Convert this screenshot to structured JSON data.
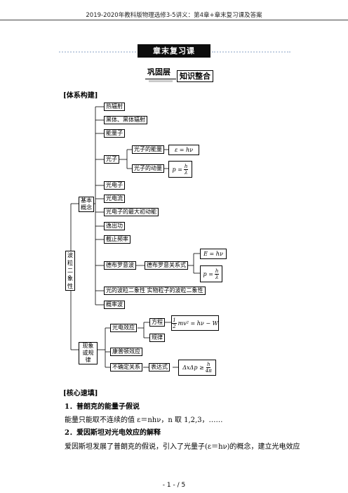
{
  "header": {
    "title": "2019-2020年教科版物理选修3-5讲义：第4章+章末复习课及答案"
  },
  "banner": {
    "title": "章末复习课"
  },
  "tag": {
    "part1": "巩固层",
    "part2": "知识整合"
  },
  "section1": "[体系构建]",
  "map": {
    "root": "波粒二象性",
    "basic": "基本概念",
    "rules": "现象或规律",
    "items": {
      "heat_radiation": "热辐射",
      "blackbody": "黑体、黑体辐射",
      "quantum": "能量子",
      "photon": "光子",
      "photon_energy": "光子的能量",
      "photon_momentum": "光子的动量",
      "photoelectron": "光电子",
      "photocurrent": "光电流",
      "max_ke": "光电子的最大初动能",
      "work_function": "逸出功",
      "cutoff": "截止频率",
      "debroglie": "德布罗意波",
      "debroglie_rel": "德布罗意关系式",
      "duality": "光的波粒二象性  实物粒子的波粒二象性",
      "prob_wave": "概率波",
      "pe_effect": "光电效应",
      "equation": "方程",
      "law": "规律",
      "compton": "康普顿效应",
      "uncertainty": "不确定关系",
      "expression": "表达式"
    },
    "formulas": {
      "energy": "ε = hν",
      "mom_p": "p =",
      "h": "h",
      "lambda": "λ",
      "E": "E = hν",
      "pe_half": "1",
      "pe_two": "2",
      "pe_rest": "mv² = hν − W",
      "unc_left": "ΔxΔp ≥",
      "four_pi": "4π"
    }
  },
  "section2": "[核心速填]",
  "p1": {
    "num": "1．",
    "title": "普朗克的能量子假说"
  },
  "p1_text": "能量只能取不连续的值 ε＝nhν，n 取 1,2,3，……",
  "p2": {
    "num": "2．",
    "title": "爱因斯坦对光电效应的解释"
  },
  "p2_text": "爱因斯坦发展了普朗克的假说，引入了光量子(ε＝hν)的概念，建立光电效应",
  "footer": "- 1 -  /  5"
}
